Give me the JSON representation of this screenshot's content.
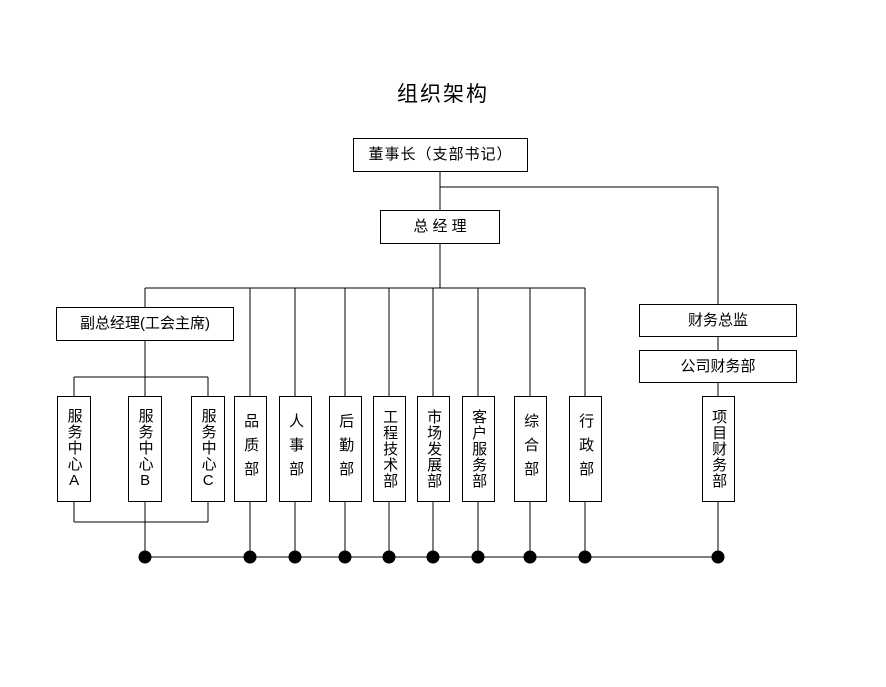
{
  "page": {
    "title": "组织架构",
    "background_color": "#ffffff",
    "line_color": "#000000",
    "text_color": "#000000"
  },
  "chart_data": {
    "type": "diagram",
    "diagram_kind": "organization-chart",
    "title": "组织架构",
    "nodes": [
      {
        "id": "chairman",
        "label": "董事长（支部书记）",
        "level": 0,
        "orientation": "horizontal"
      },
      {
        "id": "gm",
        "label": "总 经 理",
        "level": 1,
        "orientation": "horizontal"
      },
      {
        "id": "vgm",
        "label": "副总经理(工会主席)",
        "level": 2,
        "orientation": "horizontal"
      },
      {
        "id": "cfo",
        "label": "财务总监",
        "level": 2,
        "orientation": "horizontal"
      },
      {
        "id": "fin_dept",
        "label": "公司财务部",
        "level": 3,
        "orientation": "horizontal"
      },
      {
        "id": "sc_a",
        "label": "服务中心A",
        "level": 3,
        "orientation": "vertical"
      },
      {
        "id": "sc_b",
        "label": "服务中心B",
        "level": 3,
        "orientation": "vertical"
      },
      {
        "id": "sc_c",
        "label": "服务中心C",
        "level": 3,
        "orientation": "vertical"
      },
      {
        "id": "quality",
        "label": "品质部",
        "level": 3,
        "orientation": "vertical"
      },
      {
        "id": "hr",
        "label": "人事部",
        "level": 3,
        "orientation": "vertical"
      },
      {
        "id": "logistics",
        "label": "后勤部",
        "level": 3,
        "orientation": "vertical"
      },
      {
        "id": "engineering",
        "label": "工程技术部",
        "level": 3,
        "orientation": "vertical"
      },
      {
        "id": "market",
        "label": "市场发展部",
        "level": 3,
        "orientation": "vertical"
      },
      {
        "id": "customer",
        "label": "客户服务部",
        "level": 3,
        "orientation": "vertical"
      },
      {
        "id": "general",
        "label": "综合部",
        "level": 3,
        "orientation": "vertical"
      },
      {
        "id": "admin",
        "label": "行政部",
        "level": 3,
        "orientation": "vertical"
      },
      {
        "id": "proj_fin",
        "label": "项目财务部",
        "level": 3,
        "orientation": "vertical"
      }
    ],
    "edges": [
      {
        "from": "chairman",
        "to": "gm"
      },
      {
        "from": "chairman",
        "to": "cfo"
      },
      {
        "from": "cfo",
        "to": "fin_dept"
      },
      {
        "from": "gm",
        "to": "vgm"
      },
      {
        "from": "gm",
        "to": "quality"
      },
      {
        "from": "gm",
        "to": "hr"
      },
      {
        "from": "gm",
        "to": "logistics"
      },
      {
        "from": "gm",
        "to": "engineering"
      },
      {
        "from": "gm",
        "to": "market"
      },
      {
        "from": "gm",
        "to": "customer"
      },
      {
        "from": "gm",
        "to": "general"
      },
      {
        "from": "gm",
        "to": "admin"
      },
      {
        "from": "vgm",
        "to": "sc_a"
      },
      {
        "from": "vgm",
        "to": "sc_b"
      },
      {
        "from": "vgm",
        "to": "sc_c"
      },
      {
        "from": "fin_dept",
        "to": "proj_fin"
      }
    ],
    "terminal_bus": {
      "description": "Horizontal bus line at bottom joining ten terminal dots",
      "dot_count": 10,
      "dot_color": "#000000"
    }
  },
  "boxes": {
    "chairman": "董事长（支部书记）",
    "gm": "总 经 理",
    "vgm": "副总经理(工会主席)",
    "cfo": "财务总监",
    "fin_dept": "公司财务部",
    "sc_a": "服务中心A",
    "sc_b": "服务中心B",
    "sc_c": "服务中心C",
    "quality": "品质部",
    "hr": "人事部",
    "logistics": "后勤部",
    "engineering": "工程技术部",
    "market": "市场发展部",
    "customer": "客户服务部",
    "general": "综合部",
    "admin": "行政部",
    "proj_fin": "项目财务部"
  }
}
